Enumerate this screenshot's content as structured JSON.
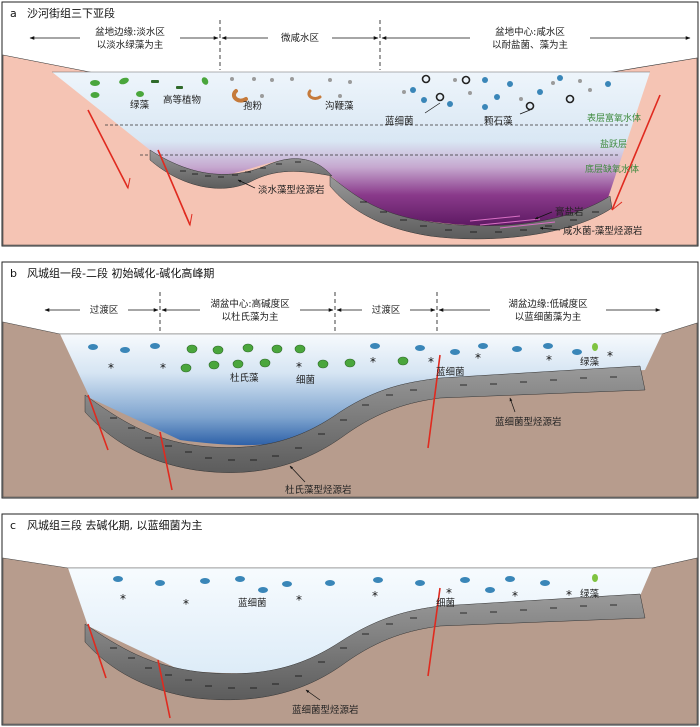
{
  "panels": [
    {
      "letter": "a",
      "title": "沙河街组三下亚段",
      "zones": [
        {
          "line1": "盆地边缘:淡水区",
          "line2": "以淡水绿藻为主"
        },
        {
          "line1": "微咸水区",
          "line2": ""
        },
        {
          "line1": "盆地中心:咸水区",
          "line2": "以耐盐菌、藻为主"
        }
      ],
      "labels": {
        "green_algae": "绿藻",
        "higher_plants": "高等植物",
        "spores": "孢粉",
        "dinoflagellates": "沟鞭藻",
        "cyanobacteria": "蓝细菌",
        "coccoliths": "颗石藻",
        "oxic_layer": "表层富氧水体",
        "halocline": "盐跃层",
        "anoxic_layer": "底层缺氧水体",
        "fresh_source_rock": "淡水藻型烃源岩",
        "evaporite": "膏盐岩",
        "saline_source_rock": "咸水菌-藻型烃源岩"
      }
    },
    {
      "letter": "b",
      "title": "风城组一段-二段 初始碱化-碱化高峰期",
      "zones": [
        {
          "line1": "过渡区",
          "line2": ""
        },
        {
          "line1": "湖盆中心:高碱度区",
          "line2": "以杜氏藻为主"
        },
        {
          "line1": "过渡区",
          "line2": ""
        },
        {
          "line1": "湖盆边缘:低碱度区",
          "line2": "以蓝细菌藻为主"
        }
      ],
      "labels": {
        "dunaliella": "杜氏藻",
        "bacteria": "细菌",
        "cyanobacteria": "蓝细菌",
        "green_algae": "绿藻",
        "cyano_source_rock": "蓝细菌型烃源岩",
        "dunaliella_source_rock": "杜氏藻型烃源岩"
      }
    },
    {
      "letter": "c",
      "title": "风城组三段 去碱化期, 以蓝细菌为主",
      "labels": {
        "cyanobacteria": "蓝细菌",
        "bacteria": "细菌",
        "green_algae": "绿藻",
        "cyano_source_rock": "蓝细菌型烃源岩"
      }
    }
  ],
  "colors": {
    "panel_a_bank": "#f5c4b4",
    "panel_bc_bank": "#b79c8d",
    "fault": "#e02a1f",
    "green_organism": "#4aa63c",
    "blue_organism": "#3a86b8",
    "source_rock": "#6e6e6e",
    "anoxic_water": "#7a2a7d"
  }
}
